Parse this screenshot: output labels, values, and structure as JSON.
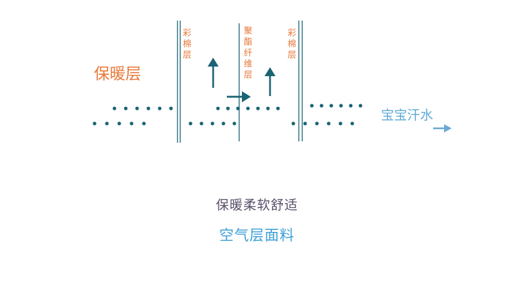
{
  "labels": {
    "warm_layer": "保暖层",
    "cotton_left": "彩棉层",
    "polyester": "聚酯纤维层",
    "cotton_right": "彩棉层",
    "sweat": "宝宝汗水"
  },
  "captions": {
    "line1": "保暖柔软舒适",
    "line2": "空气层面料"
  },
  "colors": {
    "dots": "#1a6474",
    "lines": "#1a6474",
    "orange": "#e8793a",
    "blue": "#5ea9d6"
  }
}
